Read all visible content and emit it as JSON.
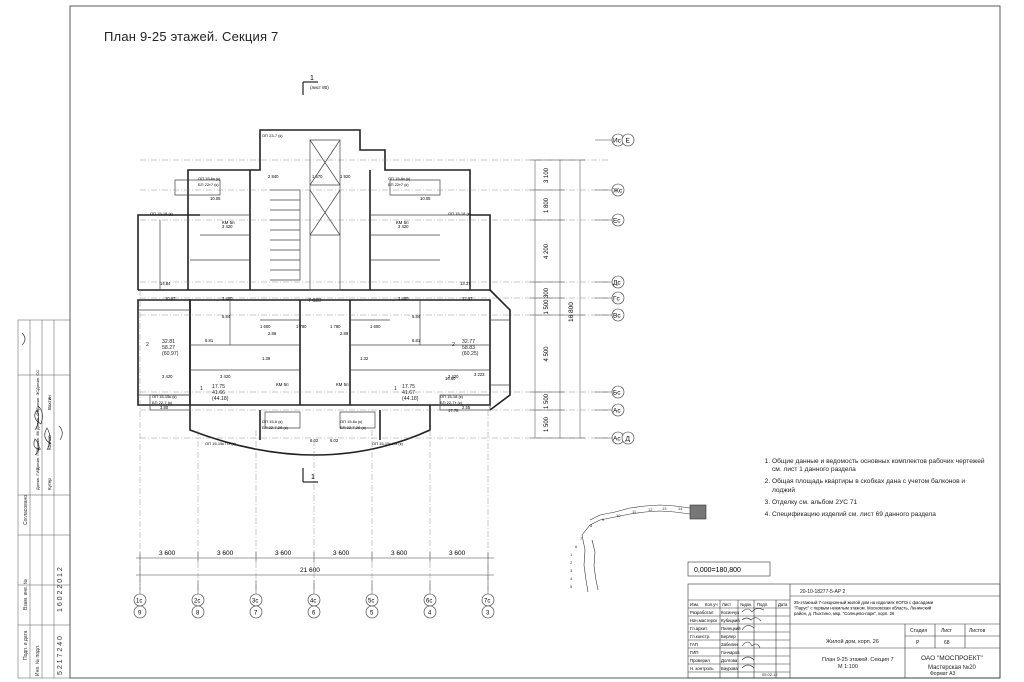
{
  "sheet_title": "План 9-25 этажей. Секция 7",
  "section_marks": {
    "top": "1",
    "top_ref": "(лист 80)",
    "bottom": "1"
  },
  "axes": {
    "right": [
      {
        "letter": "Ис",
        "circle": "E"
      },
      {
        "letter": "Жс",
        "circle": ""
      },
      {
        "letter": "Ес",
        "circle": ""
      },
      {
        "letter": "Дс",
        "circle": ""
      },
      {
        "letter": "Гс",
        "circle": ""
      },
      {
        "letter": "Вс",
        "circle": ""
      },
      {
        "letter": "Бс",
        "circle": ""
      },
      {
        "letter": "Ас",
        "circle": ""
      },
      {
        "letter": "Ас",
        "circle": "Д"
      }
    ],
    "right_dims": [
      "3 100",
      "1 800",
      "4 200",
      "300",
      "1 500",
      "4 500",
      "1 500",
      "1 500"
    ],
    "right_total": "16 800",
    "bottom": [
      {
        "top": "1с",
        "bottom": "9"
      },
      {
        "top": "2с",
        "bottom": "8"
      },
      {
        "top": "3с",
        "bottom": "7"
      },
      {
        "top": "4с",
        "bottom": "6"
      },
      {
        "top": "5с",
        "bottom": "5"
      },
      {
        "top": "6с",
        "bottom": "4"
      },
      {
        "top": "7с",
        "bottom": "3"
      }
    ],
    "bottom_dims": [
      "3 600",
      "3 600",
      "3 600",
      "3 600",
      "3 600",
      "3 600"
    ],
    "bottom_total": "21 600"
  },
  "room_labels": {
    "left_apartment": {
      "no": "2",
      "area": "32.81",
      "live": "58.27",
      "total": "(60.97)"
    },
    "right_apartment": {
      "no": "2",
      "area": "32.77",
      "live": "58.83",
      "total": "(60.25)"
    },
    "left_lower": {
      "no": "1",
      "area": "17.75",
      "live": "41.66",
      "total": "(44.18)"
    },
    "right_lower": {
      "no": "1",
      "area": "17.75",
      "live": "41.67",
      "total": "(44.18)"
    },
    "corridor": "7 020",
    "km_labels": [
      "КМ 5п",
      "КМ 5п",
      "КМ 5п",
      "КМ 5п"
    ],
    "bp_labels": [
      "ОП 23-7 (к)",
      "ОП 15-6к (к)",
      "БП 22т7 (к)",
      "ОП 15-6к (к)",
      "БП 22т7 (к)",
      "ОП 15-18 (к)",
      "ОП 15-18 (к)",
      "ОП 15-15к (к)",
      "БП 22-7 (к)",
      "ОП 15-18 (к)",
      "БП 22-7т (к)",
      "ОП 15-15к П3 (к)",
      "ОП 15-15к П3 (к)",
      "ОП 15-6 (к)",
      "БП 22-7,2б (к)",
      "ОП 15-6к (к)",
      "БП 22-7,2б (к)"
    ],
    "misc_dims": [
      "2 840",
      "1 570",
      "1 920",
      "3 420",
      "3 420",
      "10.05",
      "10.05",
      "3 400",
      "3 400",
      "14.84",
      "13.37",
      "10.87",
      "12.97",
      "6.81",
      "6.81",
      "5.84",
      "5.84",
      "3 420",
      "3 420",
      "3 223",
      "3 420",
      "3.80",
      "2.55",
      "16.80",
      "17.78",
      "6.02",
      "6.02",
      "1 600",
      "1 780",
      "1 780",
      "1 600",
      "2.86",
      "2.89",
      "1.39",
      "1.32"
    ]
  },
  "elevation": "0,000=180,800",
  "notes": [
    "Общие данные и ведомость основных комплектов рабочих чертежей см. лист 1 данного раздела",
    "Общая площадь квартиры в скобках дана с учетом балконов и лоджий",
    "Отделку см. альбом 2УС 71",
    "Спецификацию изделий см. лист 69 данного раздела"
  ],
  "stamp": {
    "code": "20-10-18277-5-АР 2",
    "project": "25-этажный 7-секционный жилой дом на изделиях КОПЭ с фасадами \"Парус\" с первым нежилым этажом. Московская область, Ленинский район, д. Пыхтино, мкр. \"Солнцево-парк\", корп. 26",
    "building": "Жилой дом, корп. 26",
    "sheet_name": "План 9-25 этажей. Секция 7",
    "scale": "М 1:100",
    "stage_label": "Стадия",
    "sheet_label": "Лист",
    "sheets_label": "Листов",
    "stage": "Р",
    "sheet": "68",
    "sheets": "",
    "org": "ОАО \"МОСПРОЕКТ\"",
    "workshop": "Мастерская №20",
    "header": [
      "Изм.",
      "Кол.уч",
      "Лист",
      "№док.",
      "Подп.",
      "Дата"
    ],
    "people": [
      {
        "role": "Разработал",
        "name": "Косинчук"
      },
      {
        "role": "Нач.мастерск",
        "name": "Кубицкий"
      },
      {
        "role": "Гл.архит.",
        "name": "Пилецкий"
      },
      {
        "role": "Гл.констр.",
        "name": "Берлер"
      },
      {
        "role": "ГАП",
        "name": "Забелин"
      },
      {
        "role": "ГИП",
        "name": "Гончаров"
      },
      {
        "role": "Проверил",
        "name": "Долгова"
      },
      {
        "role": "Н. контроль",
        "name": "Баурова"
      }
    ],
    "date": "05.02.12"
  },
  "side_table": {
    "approval": "Согласовано",
    "inv": "Взам. инв. №",
    "sign_date": "Подп. и дата",
    "inv_no": "Инв. № подл.",
    "number": "5 2 1 7 2 4 0",
    "date": "1 6 0 2 2 0 1 2",
    "rows": [
      "Кутер",
      "Козлов",
      "Вахтин"
    ],
    "cols": [
      "Должн. ГИП",
      "Должн. ГСВ",
      "Должн. ВК",
      "Должн. ОВ",
      "Должн. ЭС",
      "Должн. СС"
    ]
  },
  "sheet_code": "Формат А3"
}
